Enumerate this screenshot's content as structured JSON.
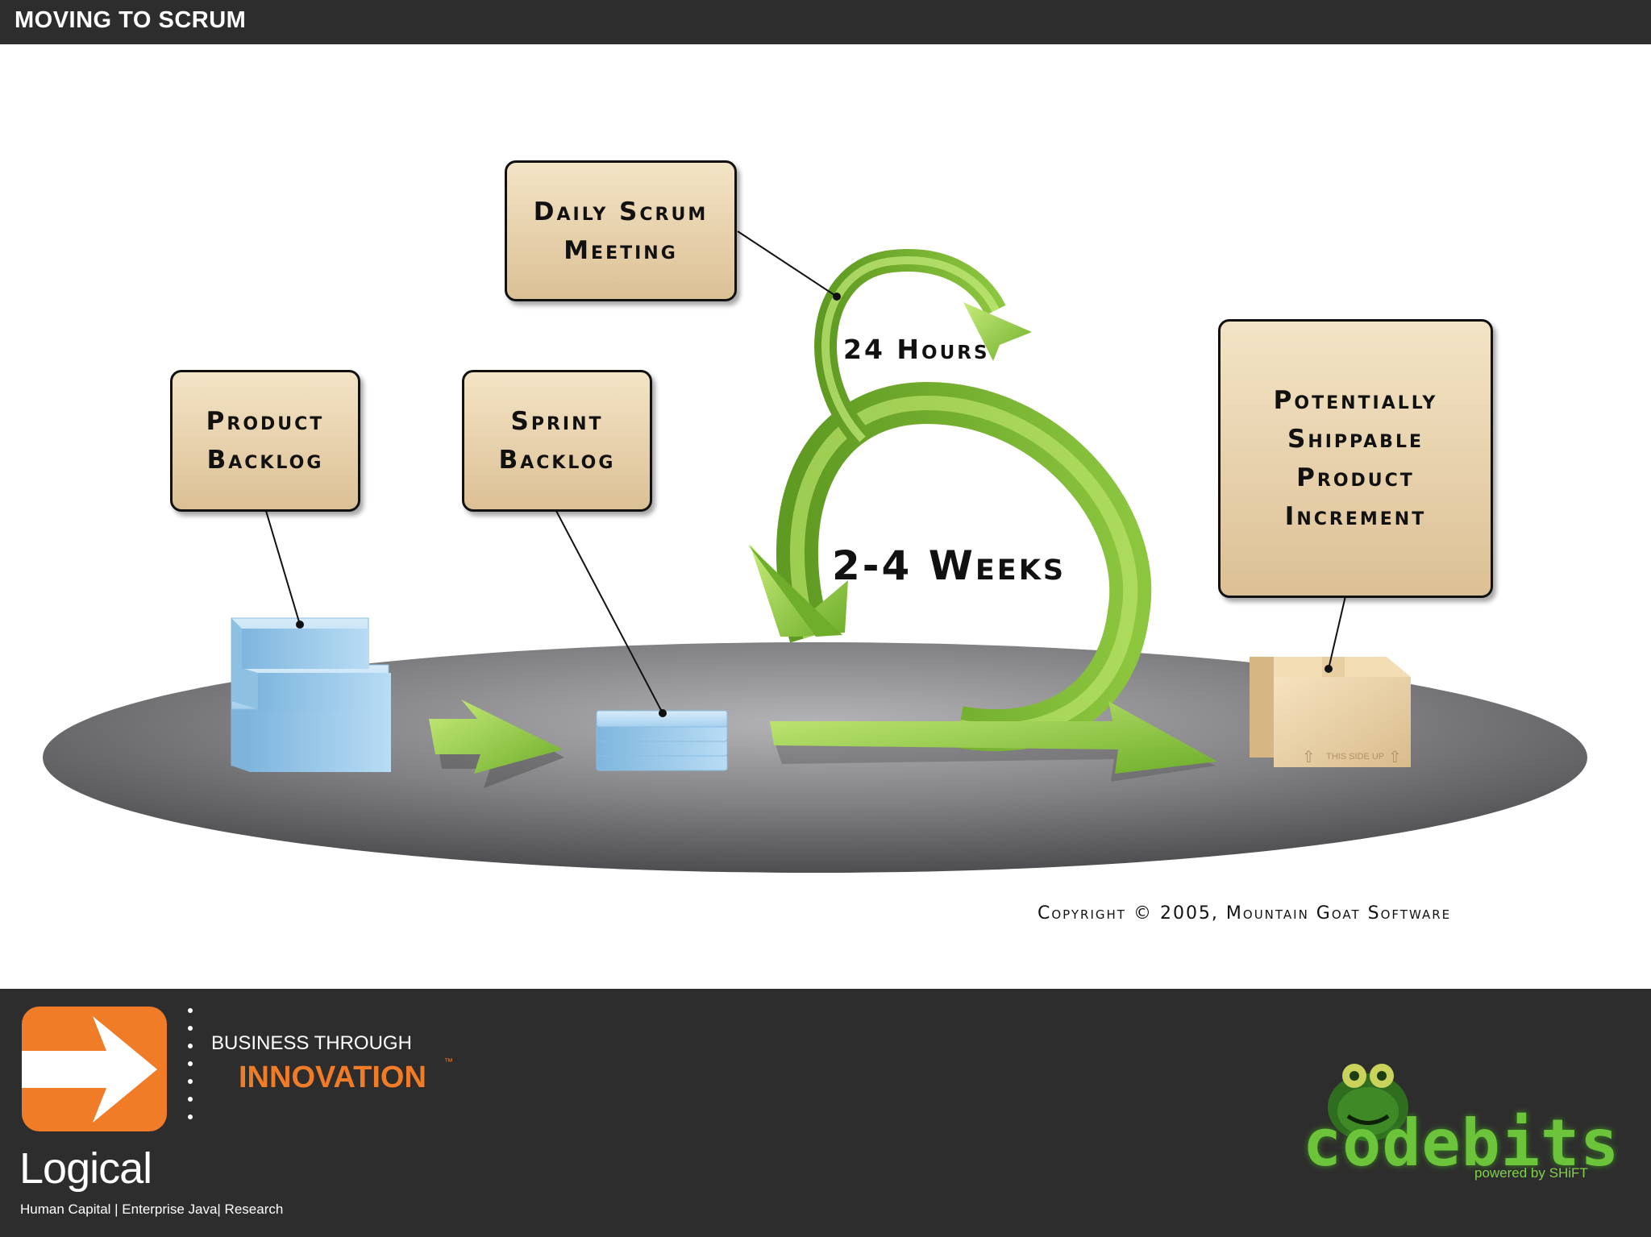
{
  "header": {
    "title": "MOVING TO SCRUM"
  },
  "diagram": {
    "boxes": {
      "daily_scrum": {
        "line1": "Daily Scrum",
        "line2": "Meeting"
      },
      "product_backlog": {
        "line1": "Product",
        "line2": "Backlog"
      },
      "sprint_backlog": {
        "line1": "Sprint",
        "line2": "Backlog"
      },
      "increment": {
        "line1": "Potentially",
        "line2": "Shippable",
        "line3": "Product",
        "line4": "Increment"
      }
    },
    "labels": {
      "hours": "24 Hours",
      "weeks": "2-4 Weeks"
    },
    "package_text": "THIS SIDE UP",
    "copyright": "Copyright © 2005, Mountain Goat Software",
    "colors": {
      "arrow_green": "#8cc63f",
      "box_fill": "#ead4ae",
      "stack_blue": "#a9d3ee",
      "platform": "#7d7c7f"
    }
  },
  "footer": {
    "logical_logo": {
      "word": "Logical",
      "icon": "orange-arrow-icon"
    },
    "tagline_top": "BUSINESS THROUGH",
    "tagline_bottom": "INNOVATION",
    "trademark": "™",
    "subtitle": "Human Capital | Enterprise Java| Research",
    "codebits_logo": {
      "word": "codebits",
      "powered": "powered by SHiFT",
      "icon": "frog-icon"
    },
    "colors": {
      "orange": "#f07c28",
      "green": "#5db336"
    }
  }
}
